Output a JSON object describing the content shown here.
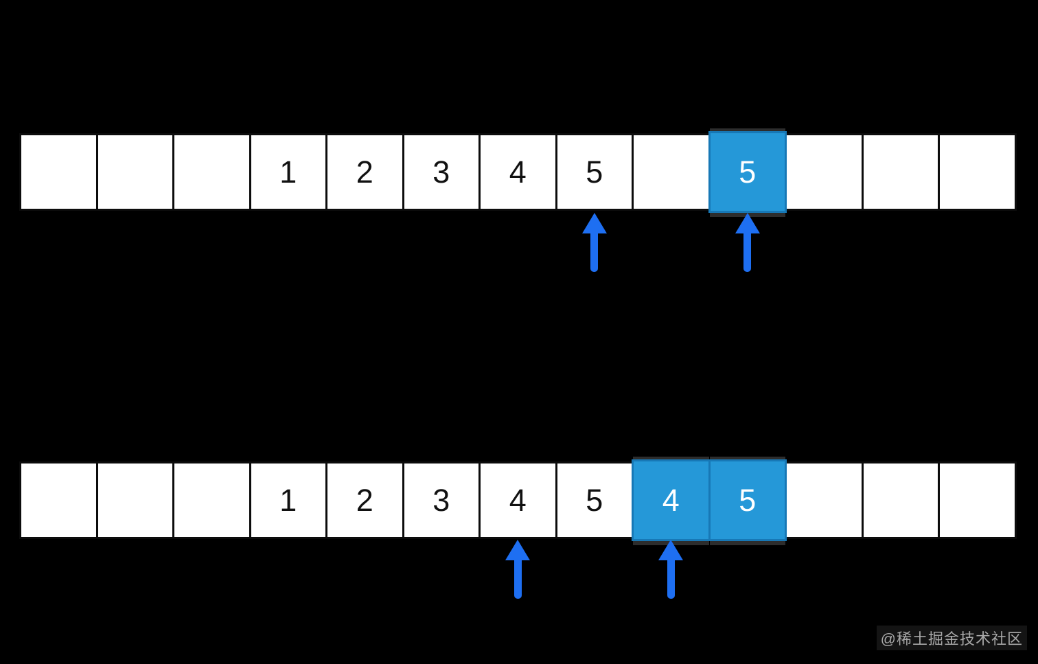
{
  "colors": {
    "background": "#000000",
    "cell_fill": "#ffffff",
    "cell_border": "#0c0c0c",
    "digit": "#111111",
    "highlight_fill": "#2598d8",
    "highlight_border": "#1778b6",
    "highlight_shadow": "#2d2d2d",
    "highlight_digit": "#ffffff",
    "arrow": "#1e6ff2",
    "watermark_color": "#a8a8a8"
  },
  "rows": [
    {
      "name": "array-top",
      "cells": [
        {
          "value": "",
          "highlighted": false
        },
        {
          "value": "",
          "highlighted": false
        },
        {
          "value": "",
          "highlighted": false
        },
        {
          "value": "1",
          "highlighted": false
        },
        {
          "value": "2",
          "highlighted": false
        },
        {
          "value": "3",
          "highlighted": false
        },
        {
          "value": "4",
          "highlighted": false
        },
        {
          "value": "5",
          "highlighted": false
        },
        {
          "value": "",
          "highlighted": false
        },
        {
          "value": "5",
          "highlighted": true
        },
        {
          "value": "",
          "highlighted": false
        },
        {
          "value": "",
          "highlighted": false
        },
        {
          "value": "",
          "highlighted": false
        }
      ],
      "arrows": [
        {
          "cell_index": 7
        },
        {
          "cell_index": 9
        }
      ]
    },
    {
      "name": "array-bottom",
      "cells": [
        {
          "value": "",
          "highlighted": false
        },
        {
          "value": "",
          "highlighted": false
        },
        {
          "value": "",
          "highlighted": false
        },
        {
          "value": "1",
          "highlighted": false
        },
        {
          "value": "2",
          "highlighted": false
        },
        {
          "value": "3",
          "highlighted": false
        },
        {
          "value": "4",
          "highlighted": false
        },
        {
          "value": "5",
          "highlighted": false
        },
        {
          "value": "4",
          "highlighted": true
        },
        {
          "value": "5",
          "highlighted": true
        },
        {
          "value": "",
          "highlighted": false
        },
        {
          "value": "",
          "highlighted": false
        },
        {
          "value": "",
          "highlighted": false
        }
      ],
      "arrows": [
        {
          "cell_index": 6
        },
        {
          "cell_index": 8
        }
      ]
    }
  ],
  "watermark": {
    "text": "@稀土掘金技术社区"
  }
}
